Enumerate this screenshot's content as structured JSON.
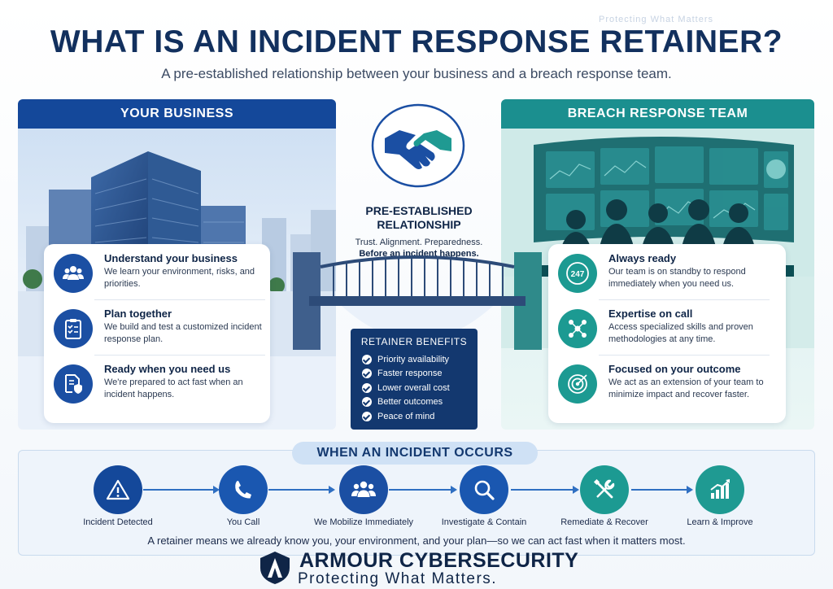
{
  "watermark": "Protecting What Matters",
  "header": {
    "title": "WHAT IS AN INCIDENT RESPONSE RETAINER?",
    "subtitle": "A pre-established relationship between your business and a breach response team."
  },
  "business": {
    "heading": "YOUR BUSINESS",
    "items": [
      {
        "title": "Understand your business",
        "desc": "We learn your environment, risks, and priorities.",
        "icon": "people-icon"
      },
      {
        "title": "Plan together",
        "desc": "We build and test a customized incident response plan.",
        "icon": "clipboard-checklist-icon"
      },
      {
        "title": "Ready when you need us",
        "desc": "We're prepared to act fast when an incident happens.",
        "icon": "document-shield-icon"
      }
    ]
  },
  "center": {
    "relationship_title": "PRE-ESTABLISHED RELATIONSHIP",
    "relationship_sub": "Trust. Alignment. Preparedness.",
    "relationship_sub2": "Before an incident happens.",
    "benefits_title": "RETAINER BENEFITS",
    "benefits": [
      "Priority availability",
      "Faster response",
      "Lower overall cost",
      "Better outcomes",
      "Peace of mind"
    ]
  },
  "team": {
    "heading": "BREACH RESPONSE TEAM",
    "items": [
      {
        "title": "Always ready",
        "desc": "Our team is on standby to respond immediately when you need us.",
        "icon": "24-7-icon",
        "badge_text": "247"
      },
      {
        "title": "Expertise on call",
        "desc": "Access specialized skills and proven methodologies at any time.",
        "icon": "network-nodes-icon"
      },
      {
        "title": "Focused on your outcome",
        "desc": "We act as an extension of your team to minimize impact and recover faster.",
        "icon": "target-icon"
      }
    ]
  },
  "incident": {
    "heading": "WHEN AN INCIDENT OCCURS",
    "steps": [
      {
        "label": "Incident Detected",
        "icon": "warning-icon"
      },
      {
        "label": "You Call",
        "icon": "phone-icon"
      },
      {
        "label": "We Mobilize Immediately",
        "icon": "team-icon"
      },
      {
        "label": "Investigate & Contain",
        "icon": "magnifier-icon"
      },
      {
        "label": "Remediate & Recover",
        "icon": "tools-icon"
      },
      {
        "label": "Learn & Improve",
        "icon": "growth-chart-icon"
      }
    ],
    "tagline": "A retainer means we already know you, your environment, and your plan—so we can act fast when it matters most."
  },
  "brand": {
    "name": "ARMOUR CYBERSECURITY",
    "tagline": "Protecting What Matters."
  },
  "colors": {
    "navy": "#14489a",
    "teal": "#1b8f8f",
    "dark_navy": "#13386f",
    "step_blue": "#1b4fa3",
    "step_teal": "#1c9a92"
  }
}
